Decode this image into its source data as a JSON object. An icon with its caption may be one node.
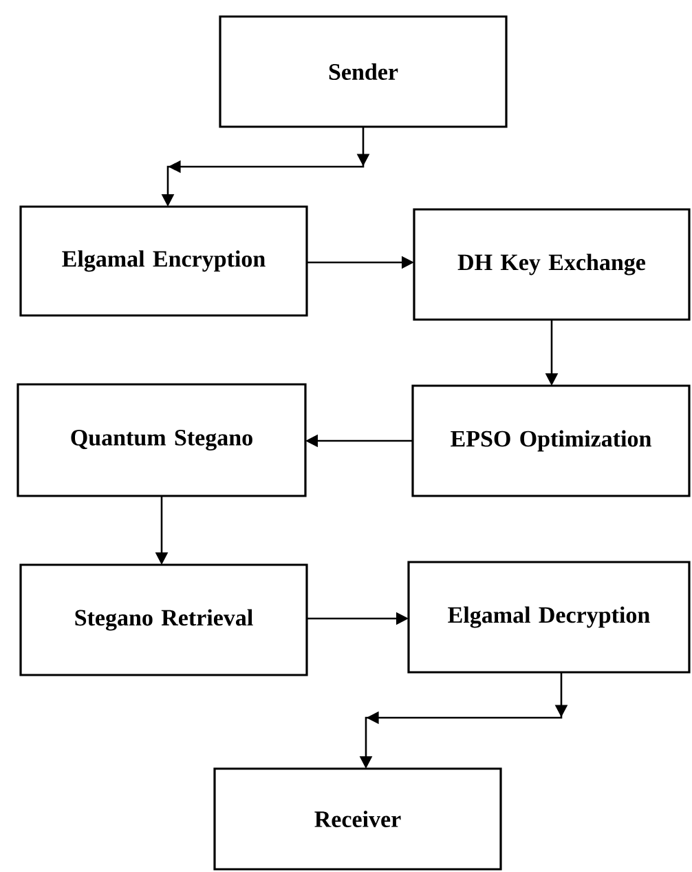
{
  "diagram": {
    "nodes": [
      {
        "text": [
          "Sender"
        ]
      },
      {
        "text": [
          "Elgamal Encryption"
        ]
      },
      {
        "text": [
          "DH Key Exchange"
        ]
      },
      {
        "text": [
          "Quantum Stegano"
        ]
      },
      {
        "text": [
          "EPSO Optimization"
        ]
      },
      {
        "text": [
          "Stegano Retrieval"
        ]
      },
      {
        "text": [
          "Elgamal Decryption"
        ]
      },
      {
        "text": [
          "Receiver"
        ]
      }
    ],
    "edges": [
      {
        "from": 0,
        "to": 1,
        "arrow": "to"
      },
      {
        "from": 1,
        "to": 2,
        "arrow": "to"
      },
      {
        "from": 2,
        "to": 4,
        "arrow": "to"
      },
      {
        "from": 4,
        "to": 3,
        "arrow": "to"
      },
      {
        "from": 3,
        "to": 5,
        "arrow": "to"
      },
      {
        "from": 5,
        "to": 6,
        "arrow": "to"
      },
      {
        "from": 6,
        "to": 7,
        "arrow": "to"
      }
    ]
  }
}
